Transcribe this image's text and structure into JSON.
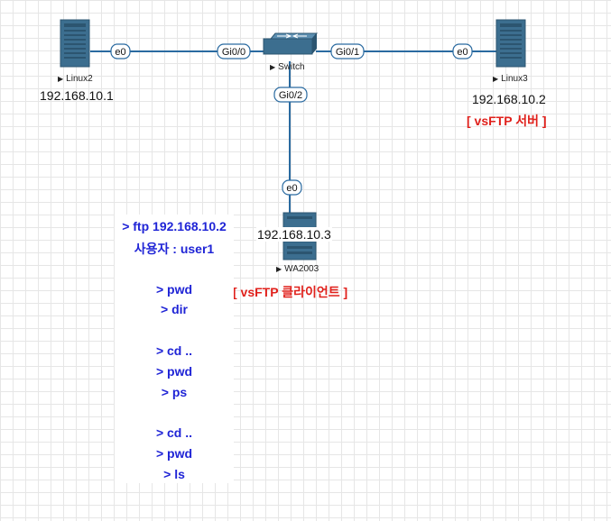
{
  "colors": {
    "link": "#2a6aa0",
    "port_fill": "#ffffff",
    "port_stroke": "#2a6aa0",
    "device_body": "#3c6e8f",
    "device_dark": "#2c5570",
    "role_text": "#e0211c",
    "command_text": "#1f24d6",
    "grid": "#e6e6e6"
  },
  "nodes": {
    "linux2": {
      "name": "Linux2",
      "ip": "192.168.10.1",
      "icon": "server-tower-icon"
    },
    "switch": {
      "name": "Switch",
      "icon": "switch-icon"
    },
    "linux3": {
      "name": "Linux3",
      "ip": "192.168.10.2",
      "role": "[ vsFTP 서버 ]",
      "icon": "server-tower-icon"
    },
    "wa2003": {
      "name": "WA2003",
      "ip": "192.168.10.3",
      "role": "[ vsFTP 클라이언트 ]",
      "icon": "server-tower-icon"
    }
  },
  "ports": {
    "linux2_e0": "e0",
    "switch_gi00": "Gi0/0",
    "switch_gi01": "Gi0/1",
    "switch_gi02": "Gi0/2",
    "linux3_e0": "e0",
    "wa2003_e0": "e0"
  },
  "commands": [
    "> ftp 192.168.10.2",
    "사용자 : user1",
    "",
    "> pwd",
    "> dir",
    "",
    "> cd ..",
    "> pwd",
    "> ps",
    "",
    "> cd ..",
    "> pwd",
    "> ls"
  ]
}
